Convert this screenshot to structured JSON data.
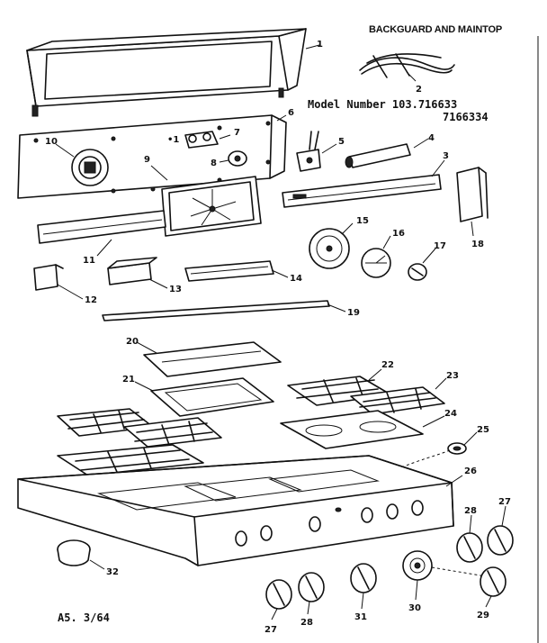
{
  "title": "BACKGUARD AND MAINTOP",
  "model_line_1": "Model Number 103.716633",
  "model_line_2": "7166334",
  "footer_code": "A5.  3/64",
  "callouts": {
    "c1": "1",
    "c2": "2",
    "c3": "3",
    "c4": "4",
    "c5": "5",
    "c6": "6",
    "c7": "7",
    "c8": "8",
    "c9": "9",
    "c10": "10",
    "c11": "11",
    "c12": "12",
    "c13": "13",
    "c14": "14",
    "c15": "15",
    "c16": "16",
    "c17": "17",
    "c18": "18",
    "c19": "19",
    "c20": "20",
    "c21": "21",
    "c22": "22",
    "c23": "23",
    "c24": "24",
    "c25": "25",
    "c26": "26",
    "c27a": "27",
    "c28a": "28",
    "c27b": "27",
    "c28b": "28",
    "c29": "29",
    "c30": "30",
    "c31": "31",
    "c32": "32"
  }
}
